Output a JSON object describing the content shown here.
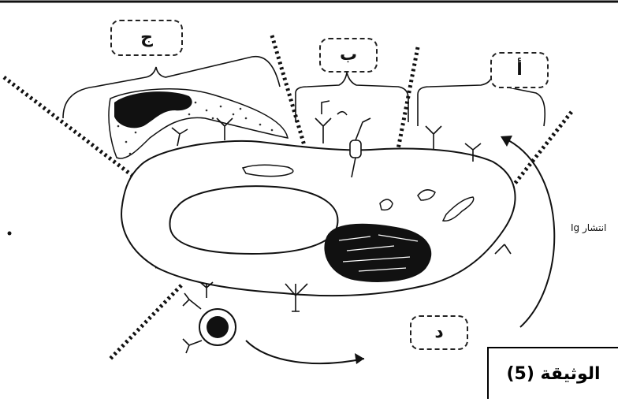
{
  "labels": {
    "a": "أ",
    "b": "ب",
    "c": "ج",
    "d": "د"
  },
  "annotation": "انتشار Ig",
  "document_title": "الوثيقة (5)",
  "colors": {
    "ink": "#111111",
    "background": "#ffffff"
  }
}
